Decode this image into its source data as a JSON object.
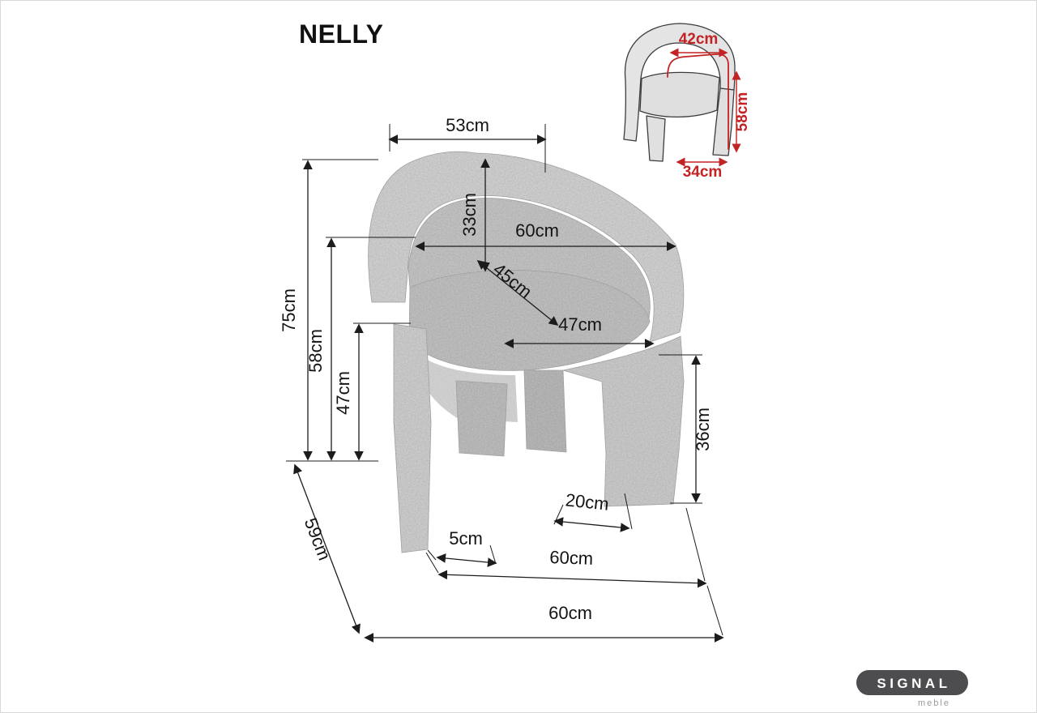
{
  "title": "NELLY",
  "dims": {
    "backrest_top_width": "53cm",
    "backrest_height": "33cm",
    "backrest_width": "60cm",
    "seat_depth": "45cm",
    "seat_width": "47cm",
    "overall_height": "75cm",
    "back_height_floor": "58cm",
    "seat_height": "47cm",
    "leg_height": "36cm",
    "leg_spacing": "20cm",
    "front_leg_width": "5cm",
    "front_width": "60cm",
    "overall_depth": "59cm",
    "overall_width": "60cm"
  },
  "inset_dims": {
    "backrest_width": "42cm",
    "side_height": "58cm",
    "base_depth": "34cm"
  },
  "colors": {
    "dimension_black": "#1c1c1c",
    "dimension_red": "#c22324",
    "chair_gray": "#d6d6d6",
    "logo_background": "#4d4d4f"
  },
  "logo": {
    "brand": "SIGNAL",
    "tagline": "meble"
  }
}
